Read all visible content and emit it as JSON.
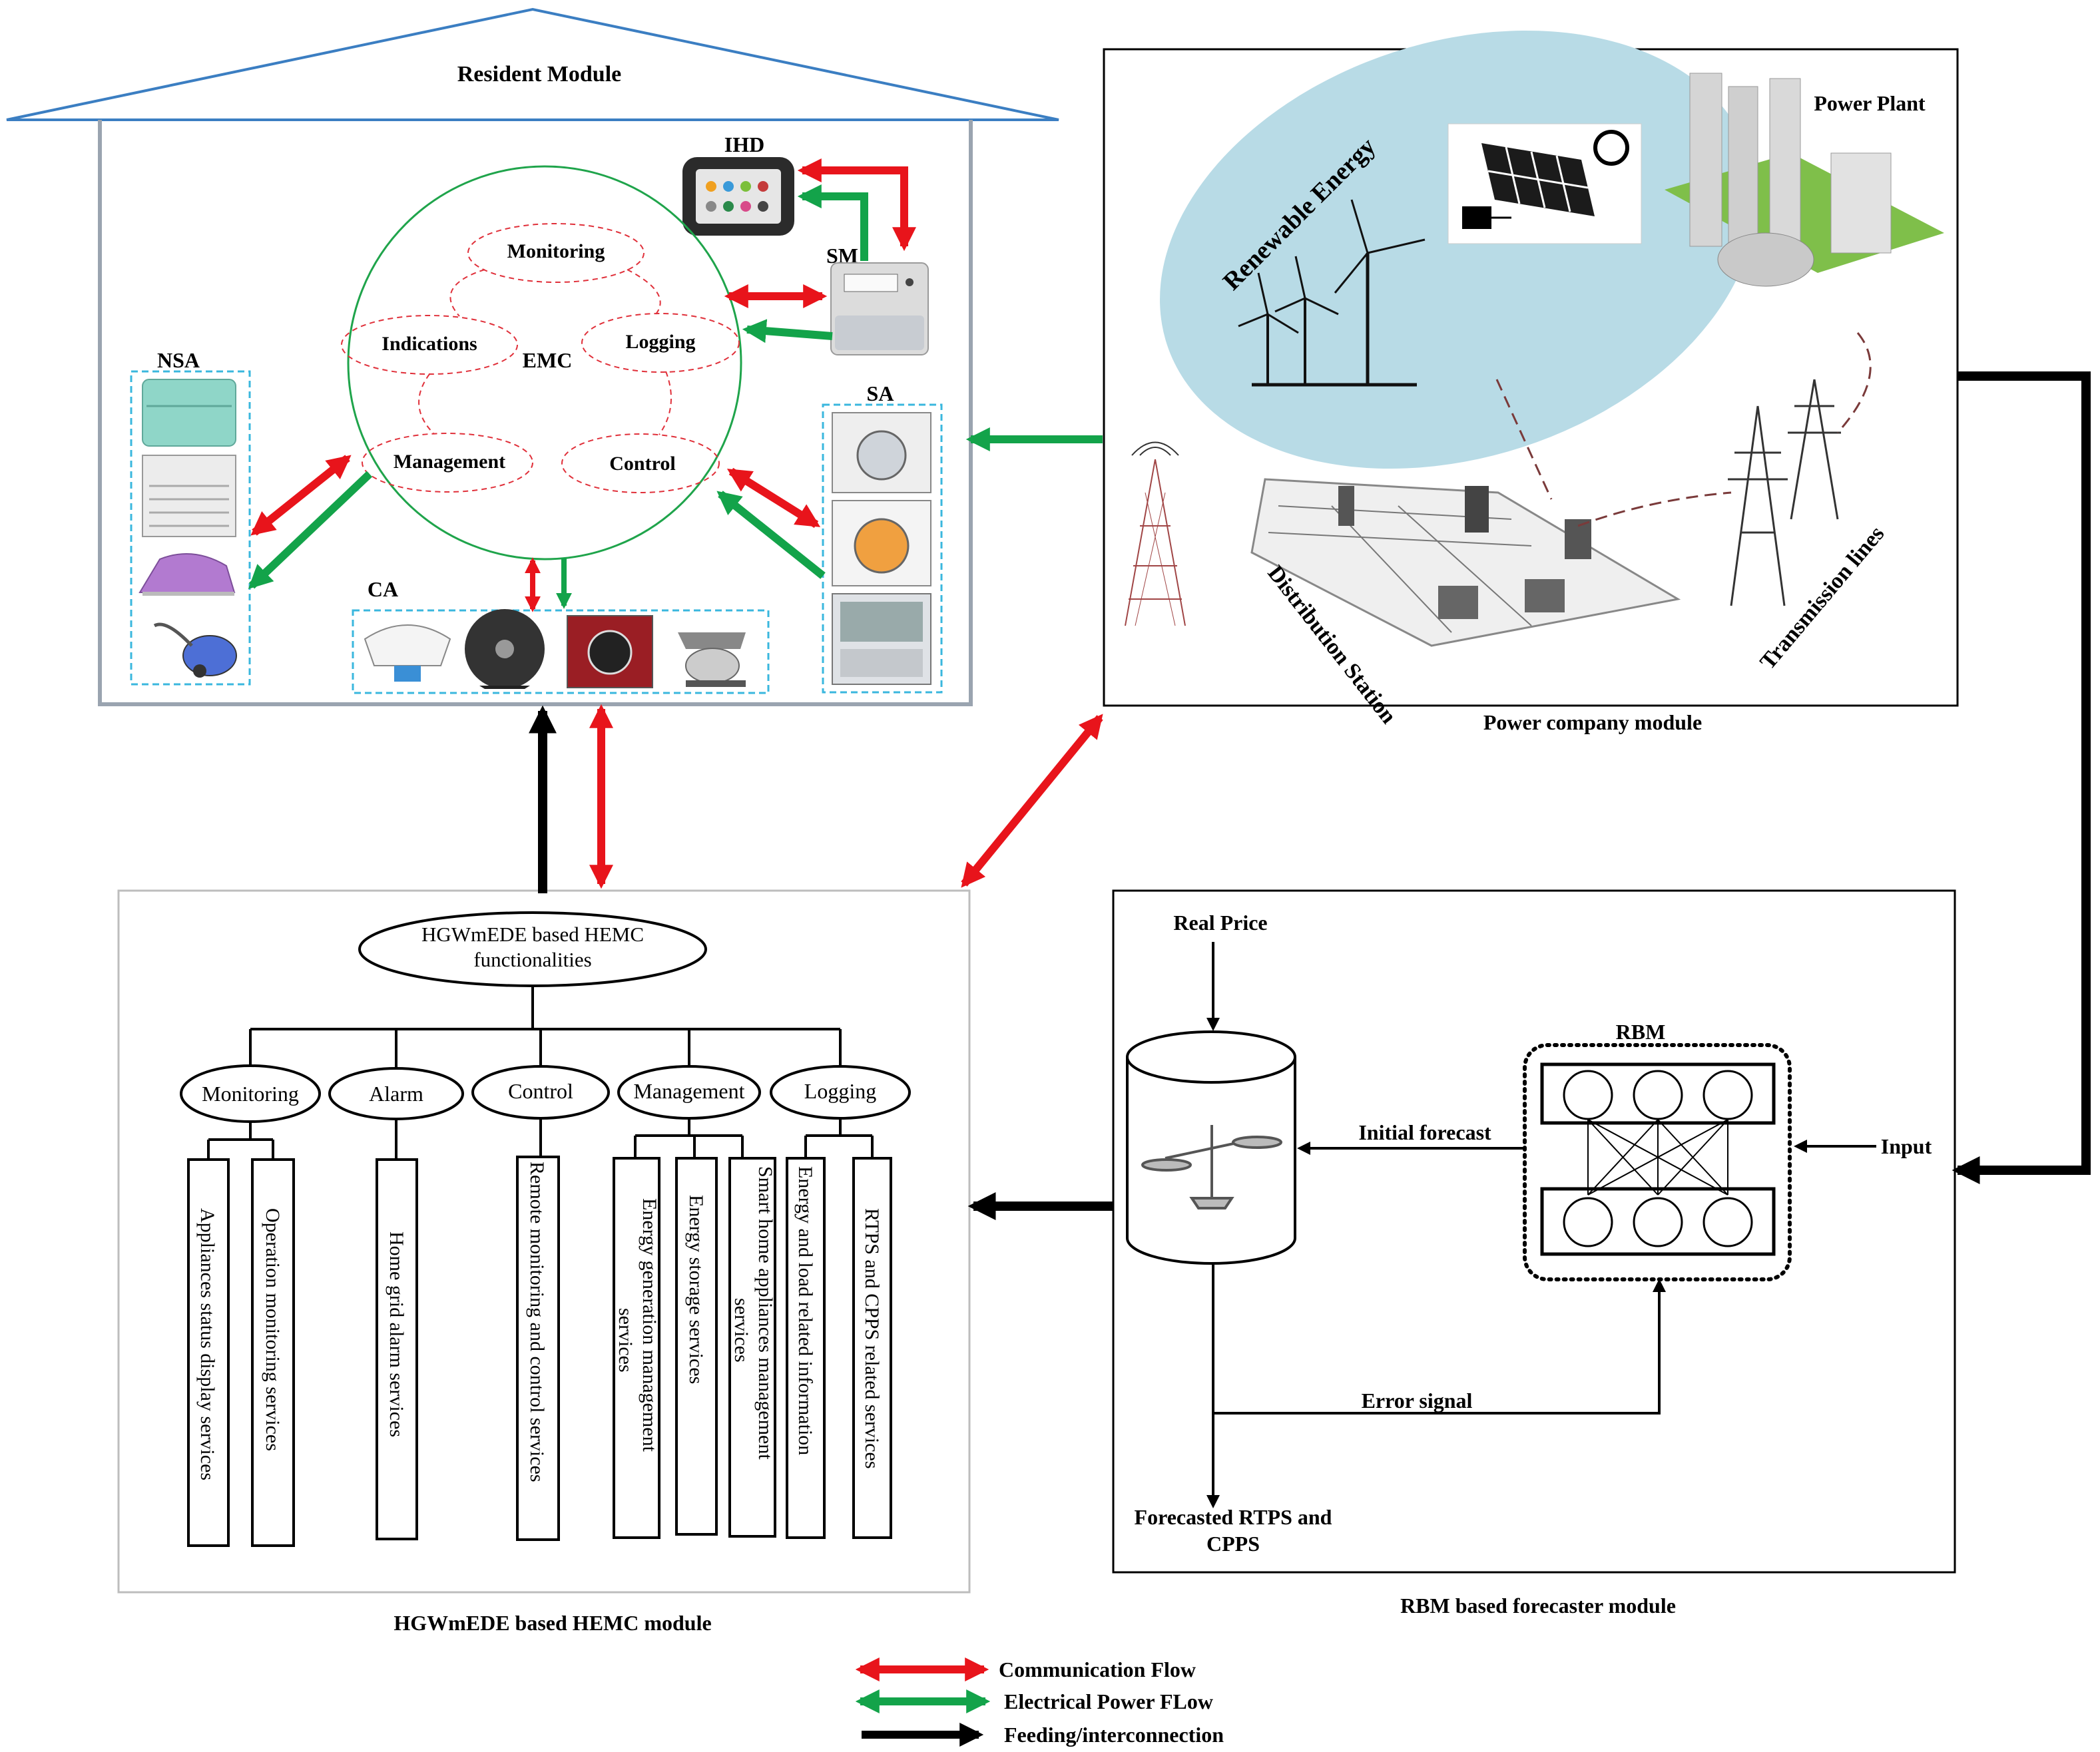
{
  "resident": {
    "title": "Resident Module",
    "ihd": "IHD",
    "sm": "SM",
    "emc": "EMC",
    "bubbles": {
      "monitoring": "Monitoring",
      "indications": "Indications",
      "logging": "Logging",
      "management": "Management",
      "control": "Control"
    },
    "nsa": "NSA",
    "sa": "SA",
    "ca": "CA"
  },
  "power": {
    "renewable": "Renewable Energy",
    "plant": "Power Plant",
    "distribution": "Distribution Station",
    "transmission": "Transmission lines",
    "caption": "Power company module"
  },
  "hemc": {
    "root_line1": "HGWmEDE based HEMC",
    "root_line2": "functionalities",
    "categories": {
      "monitoring": "Monitoring",
      "alarm": "Alarm",
      "control": "Control",
      "management": "Management",
      "logging": "Logging"
    },
    "services": {
      "appliances_status": "Appliances status display services",
      "operation_monitoring": "Operation monitoring services",
      "home_grid_alarm": "Home grid alarm services",
      "remote_monitoring": "Remote monitoring and control services",
      "energy_generation_1": "Energy generation management",
      "energy_generation_2": "services",
      "energy_storage": "Energy storage services",
      "smart_home_1": "Smart home appliances management",
      "smart_home_2": "services",
      "energy_load": "Energy and load related information",
      "rtps_cpps": "RTPS and CPPS related services"
    },
    "caption": "HGWmEDE based HEMC module"
  },
  "rbm": {
    "real_price": "Real Price",
    "rbm": "RBM",
    "initial_forecast": "Initial forecast",
    "input": "Input",
    "error_signal": "Error signal",
    "forecast_line1": "Forecasted RTPS and",
    "forecast_line2": "CPPS",
    "caption": "RBM based forecaster module"
  },
  "legend": {
    "communication": "Communication Flow",
    "electrical": "Electrical Power FLow",
    "feeding": "Feeding/interconnection"
  },
  "colors": {
    "communication": "#e8141b",
    "electrical": "#13a34a",
    "feeding": "#000000",
    "emc_circle": "#1fa44b",
    "bubble": "#e0303a",
    "appliance_box": "#3ab7de",
    "roof": "#3b7ec2",
    "renewable_ellipse": "#b8dbe6"
  }
}
